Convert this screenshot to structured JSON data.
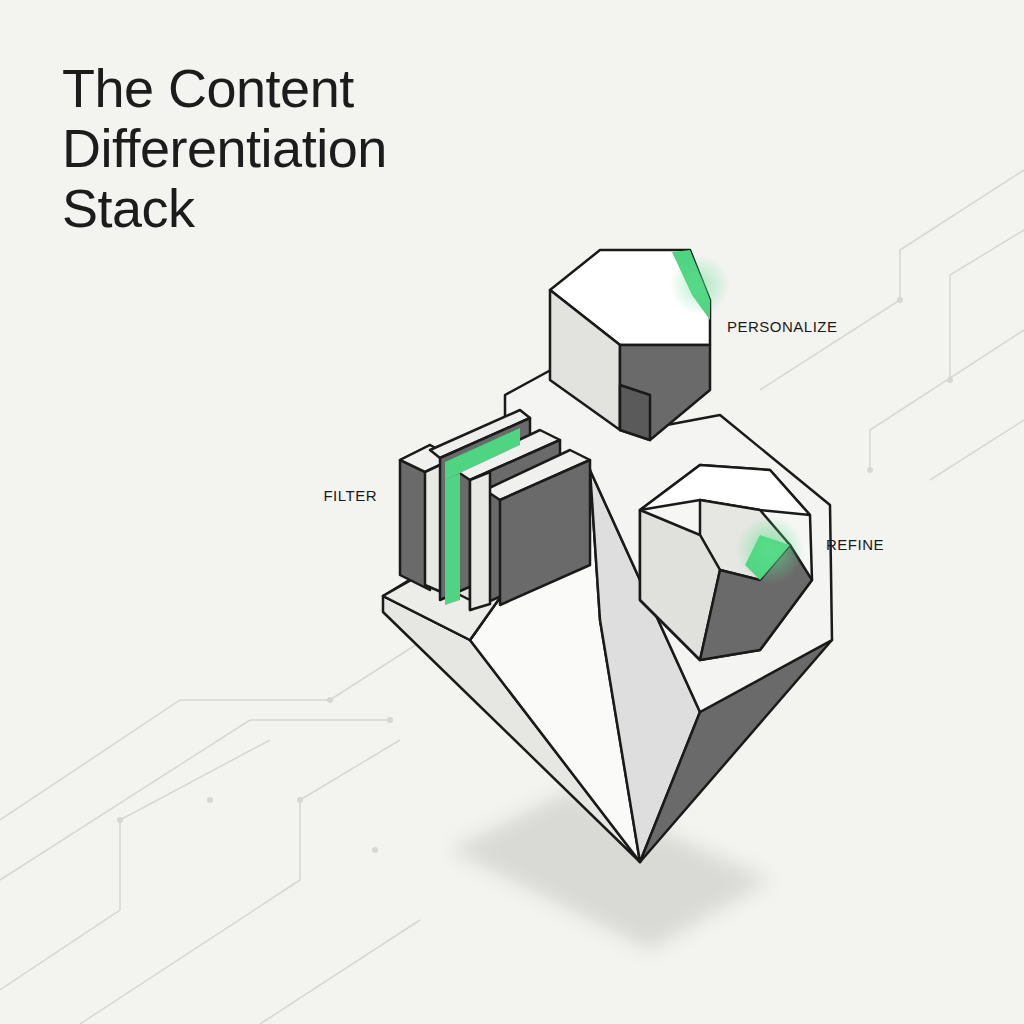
{
  "diagram": {
    "title": "The Content Differentiation Stack",
    "labels": [
      "PERSONALIZE",
      "FILTER",
      "REFINE"
    ]
  }
}
